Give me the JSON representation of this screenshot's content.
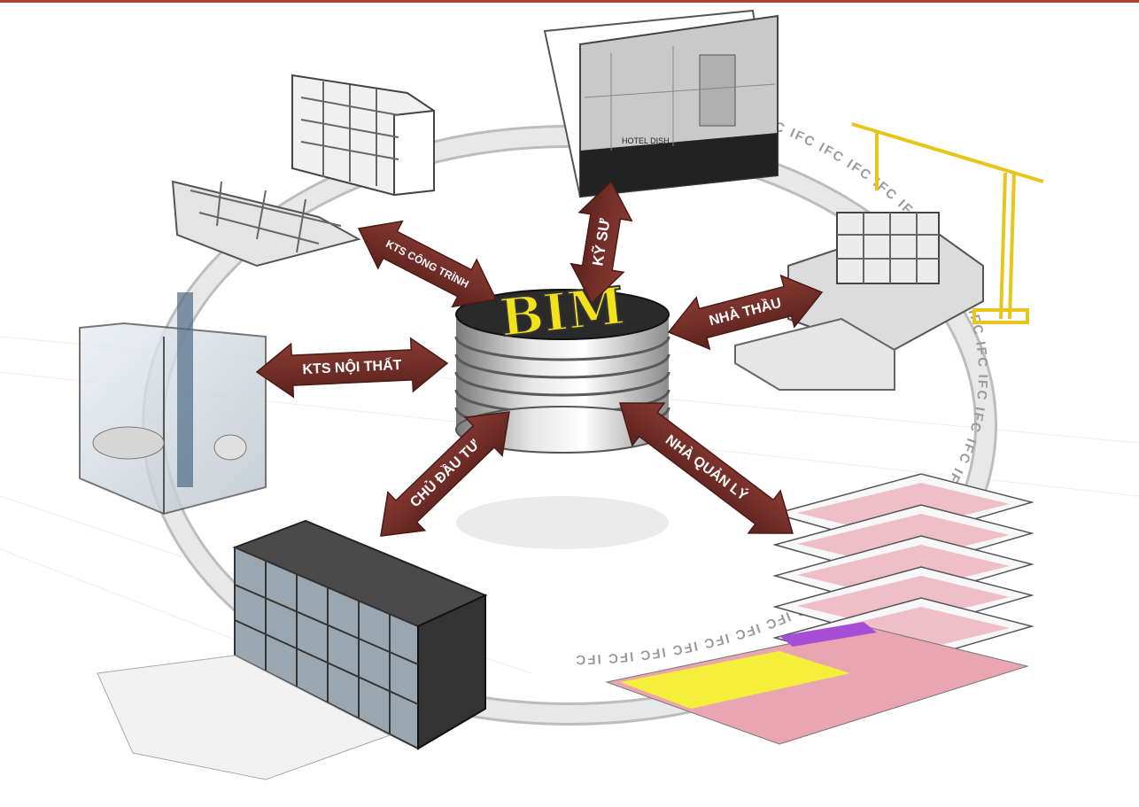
{
  "center": {
    "label": "BIM"
  },
  "ring_text": "IFC",
  "ring_repeats": 34,
  "roles": {
    "kts_cong_trinh": "KTS CÔNG TRÌNH",
    "ky_su": "KỸ SƯ",
    "nha_thau": "NHÀ THẦU",
    "kts_noi_that": "KTS NỘI THẤT",
    "chu_dau_tu": "CHỦ ĐẦU TƯ",
    "nha_quan_ly": "NHÀ QUẢN LÝ"
  },
  "drawing_label": "HOTEL DISH",
  "colors": {
    "top_rule": "#b5412e",
    "arrow": "#6e2d28",
    "arrow_edge": "#4a1a16",
    "bim_text": "#f2e21e",
    "bim_top": "#2a2a2a",
    "crane": "#e6c619",
    "floor_pink": "#e9a6b0",
    "floor_yellow": "#f5ef3c",
    "floor_purple": "#a64fd6",
    "dark_building": "#333333"
  }
}
